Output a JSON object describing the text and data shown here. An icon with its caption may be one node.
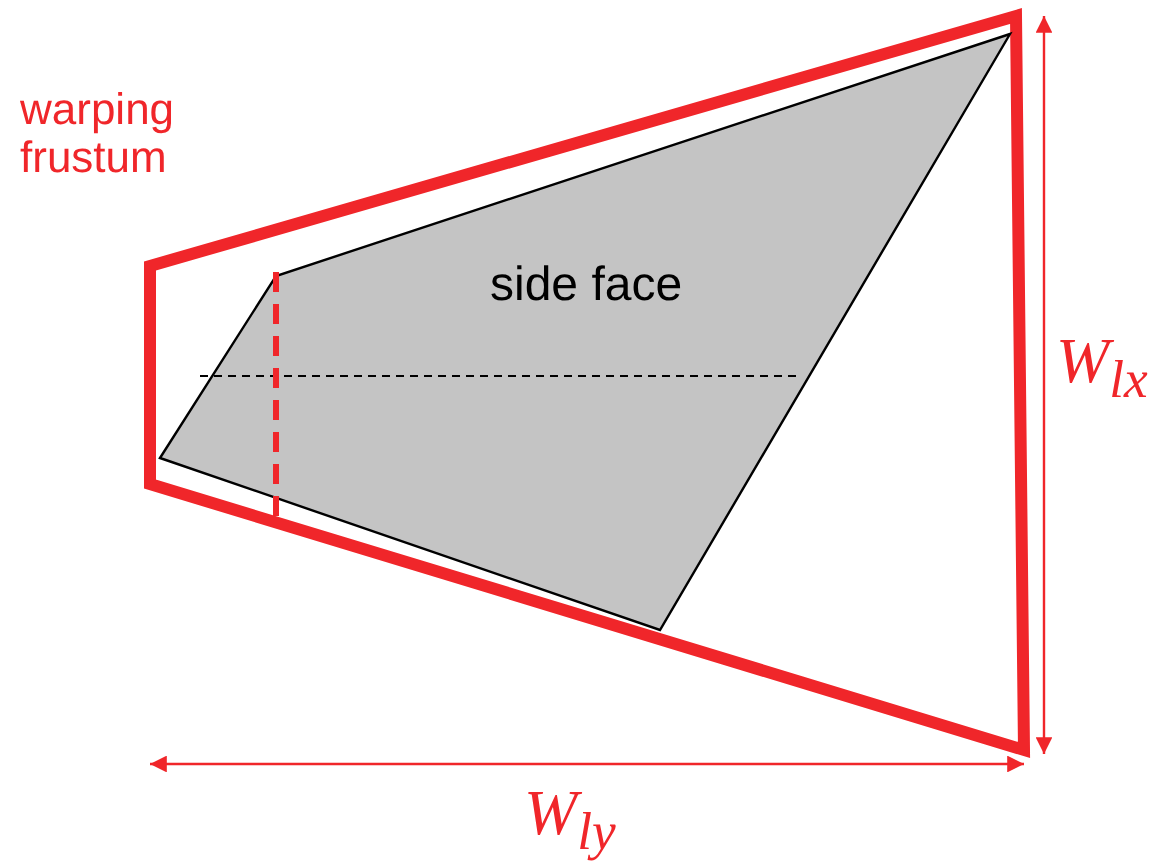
{
  "diagram": {
    "nodes": [
      {
        "text": [
          "warping frustum"
        ]
      },
      {
        "text": [
          "side face"
        ],
        "in": 0
      }
    ],
    "labels": [
      "W$_{lx}$",
      "W$_{ly}$"
    ]
  }
}
